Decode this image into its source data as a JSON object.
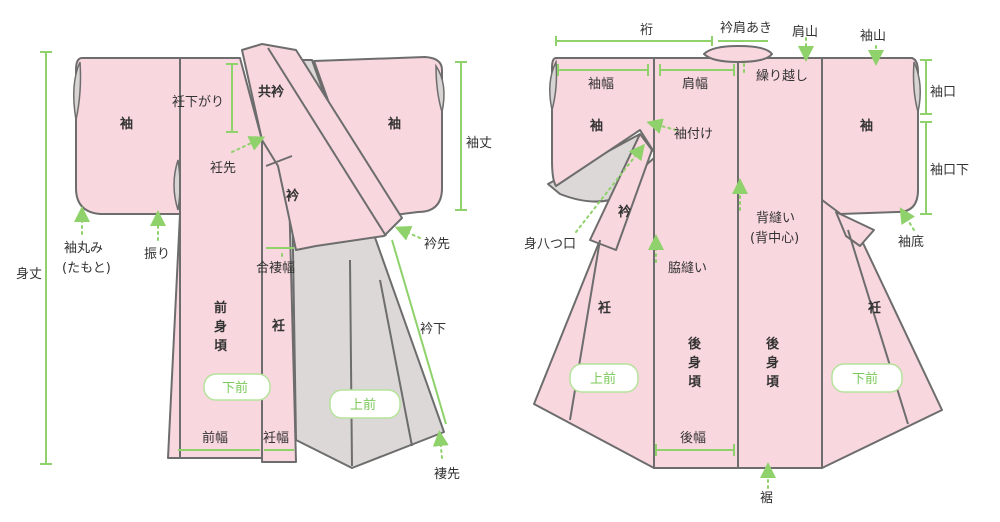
{
  "front": {
    "sode_left": "袖",
    "sode_right": "袖",
    "tomoeri": "共衿",
    "okumi_sagari": "衽下がり",
    "okumi_saki": "衽先",
    "eri": "衿",
    "sodetake": "袖丈",
    "sodemarumi": "袖丸み",
    "tamoto": "(たもと)",
    "furi": "振り",
    "mitake": "身丈",
    "erisaki": "衿先",
    "aiwaku_haba": "合褄幅",
    "maemigoro": [
      "前",
      "身",
      "頃"
    ],
    "okumi": "衽",
    "erishita": "衿下",
    "shitamae": "下前",
    "uwamae": "上前",
    "maehaba": "前幅",
    "okumihaba": "衽幅",
    "tsumasaki": "褄先"
  },
  "back": {
    "yuki": "裄",
    "erikata_aki": "衿肩あき",
    "katayama": "肩山",
    "sodeyama": "袖山",
    "sodehaba": "袖幅",
    "katahaba": "肩幅",
    "kurikoshi": "繰り越し",
    "sodeguchi": "袖口",
    "sode_left": "袖",
    "sode_right": "袖",
    "sodetsuke": "袖付け",
    "sodeguchi_shita": "袖口下",
    "eri": "衿",
    "miyatsukuchi": "身八つ口",
    "senui": "背縫い",
    "se_chushin": "(背中心)",
    "sodezoko": "袖底",
    "wakinui": "脇縫い",
    "okumi_left": "衽",
    "okumi_right": "衽",
    "ushiromigoro_left": [
      "後",
      "身",
      "頃"
    ],
    "ushiromigoro_right": [
      "後",
      "身",
      "頃"
    ],
    "uwamae": "上前",
    "shitamae": "下前",
    "ushirohaba": "後幅",
    "suso": "裾"
  }
}
